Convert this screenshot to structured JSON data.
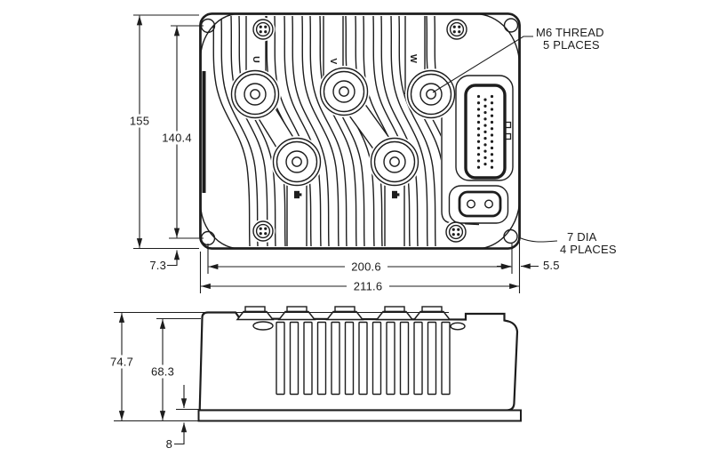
{
  "drawing": {
    "background": "#ffffff",
    "line_color": "#1d1d1d",
    "top_view": {
      "dims": {
        "overall_height": "155",
        "mount_hole_span_vertical": "140.4",
        "mount_hole_offset_bottom": "7.3",
        "mount_hole_span_horizontal": "200.6",
        "overall_width": "211.6",
        "mount_hole_offset_right": "5.5"
      },
      "notes": {
        "thread_note": [
          "M6 THREAD",
          "5 PLACES"
        ],
        "mount_hole_note": [
          "7 DIA",
          "4 PLACES"
        ]
      },
      "terminal_labels": [
        "U",
        "V",
        "W"
      ],
      "icon_names": [
        "battery-positive-icon",
        "battery-negative-icon",
        "torx-screw-icon"
      ]
    },
    "side_view": {
      "dims": {
        "overall_height": "74.7",
        "cover_height": "68.3",
        "base_plate_height": "8"
      }
    }
  }
}
